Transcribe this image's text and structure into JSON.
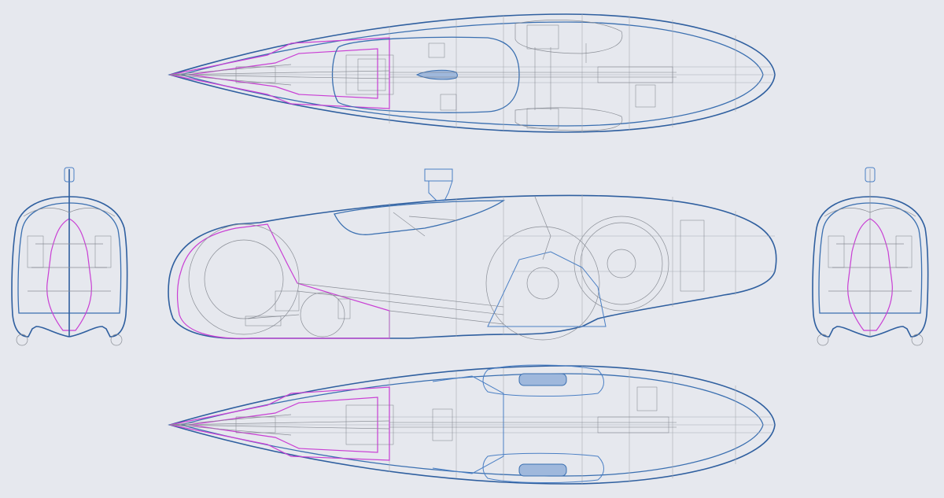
{
  "drawing": {
    "background": "#e6e8ee",
    "colors": {
      "outline": "#3a6fb0",
      "magenta": "#c93fd4",
      "detail": "#8a8e96"
    },
    "views": [
      {
        "id": "top-view",
        "kind": "plan-view"
      },
      {
        "id": "side-view",
        "kind": "elevation"
      },
      {
        "id": "bottom-view",
        "kind": "plan-view"
      },
      {
        "id": "front-view",
        "kind": "end-view"
      },
      {
        "id": "rear-view",
        "kind": "end-view"
      }
    ]
  }
}
